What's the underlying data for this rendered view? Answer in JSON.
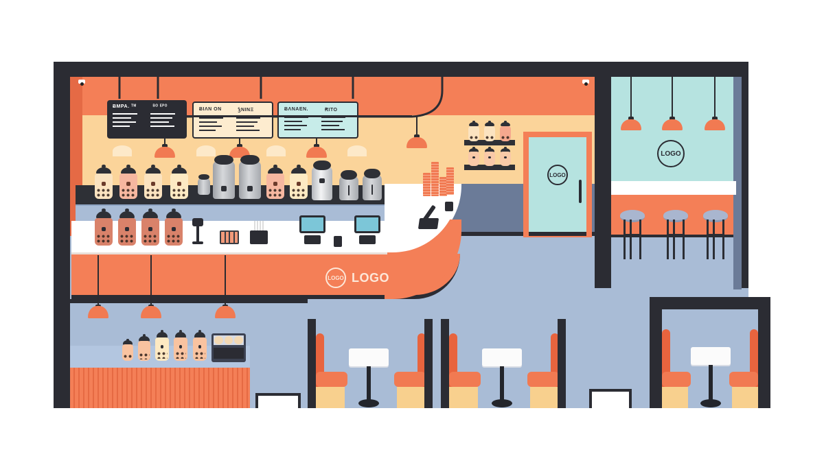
{
  "scene": {
    "title": "Bubble tea shop interior illustration",
    "colors": {
      "wall_dark": "#2b2c33",
      "wall_orange": "#f47f57",
      "wall_cream": "#fbd49a",
      "floor_blue": "#a9bcd6",
      "mint": "#b6e3e0",
      "accent_orange": "#f17a52",
      "counter_white": "#ffffff",
      "seat_cream": "#f8d08e"
    }
  },
  "menu_boards": [
    {
      "theme": "dark",
      "headings": [
        "ɃMPA. ᵀᴹ",
        "ᴮᴼ ᴱᴾᴼ"
      ],
      "text_color": "#ffffff",
      "bg": "#2b2c33"
    },
    {
      "theme": "cream",
      "headings": [
        "ɃΙΛΝ ΟΝ",
        "ꝢΝΙΝΞ"
      ],
      "text_color": "#2b2c33",
      "bg": "#fdeccf"
    },
    {
      "theme": "mint",
      "headings": [
        "ɃΛΝΑΕΝ.",
        "ꞦΙΤΟ"
      ],
      "text_color": "#2b2c33",
      "bg": "#c7ece9"
    }
  ],
  "counter": {
    "logo_badge": "LOGO",
    "logo_text": "LOGO"
  },
  "door": {
    "logo": "LOGO"
  },
  "bar_room": {
    "logo": "LOGO",
    "stool_count": 3,
    "pendant_count": 3
  },
  "front_counter_pendants": 3,
  "booths": [
    {
      "id": "booth-1"
    },
    {
      "id": "booth-2"
    },
    {
      "id": "booth-3"
    }
  ],
  "pos_terminals": 2,
  "jars": {
    "top_row": [
      "#fbe3c0",
      "#f6b7a0",
      "#fbe3c0",
      "#fdeac3",
      "#f6b7a0",
      "#fdeac3"
    ],
    "bottom_row": [
      "#d9826a",
      "#d9826a",
      "#d9826a",
      "#d9826a"
    ],
    "wall_shelf": [
      "#fbe3c0",
      "#fbe3c0",
      "#f5a88e",
      "#f9c9a8",
      "#f9c9a8",
      "#f9c9a8"
    ],
    "display_counter": [
      "#f9c3a0",
      "#f9c3a0",
      "#fde9c2",
      "#f9c3a0",
      "#f9c3a0"
    ]
  }
}
